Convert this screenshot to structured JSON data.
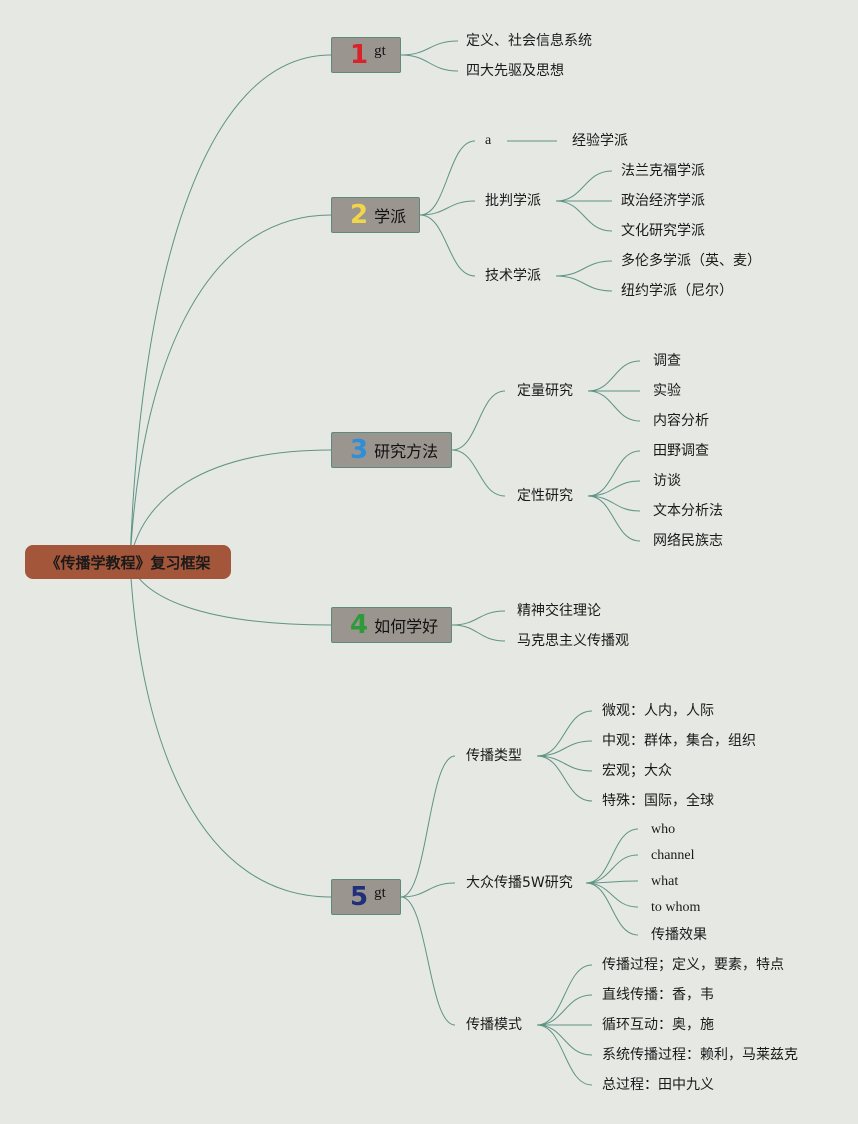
{
  "root": {
    "label": "《传播学教程》复习框架"
  },
  "branches": [
    {
      "num": "1",
      "num_color": "#d8232a",
      "label": "gt",
      "children": [
        "定义、社会信息系统",
        "四大先驱及思想"
      ]
    },
    {
      "num": "2",
      "num_color": "#f1d54a",
      "label": "学派",
      "children": [
        {
          "label": "a",
          "children": [
            "经验学派"
          ]
        },
        {
          "label": "批判学派",
          "children": [
            "法兰克福学派",
            "政治经济学派",
            "文化研究学派"
          ]
        },
        {
          "label": "技术学派",
          "children": [
            "多伦多学派（英、麦）",
            "纽约学派（尼尔）"
          ]
        }
      ]
    },
    {
      "num": "3",
      "num_color": "#2e8fd6",
      "label": "研究方法",
      "children": [
        {
          "label": "定量研究",
          "children": [
            "调查",
            "实验",
            "内容分析"
          ]
        },
        {
          "label": "定性研究",
          "children": [
            "田野调查",
            "访谈",
            "文本分析法",
            "网络民族志"
          ]
        }
      ]
    },
    {
      "num": "4",
      "num_color": "#2e9a3a",
      "label": "如何学好",
      "children": [
        "精神交往理论",
        "马克思主义传播观"
      ]
    },
    {
      "num": "5",
      "num_color": "#1f2f7a",
      "label": "gt",
      "children": [
        {
          "label": "传播类型",
          "children": [
            "微观：人内，人际",
            "中观：群体，集合，组织",
            "宏观；大众",
            "特殊：国际，全球"
          ]
        },
        {
          "label": "大众传播5W研究",
          "children": [
            "who",
            "channel",
            "what",
            "to whom",
            "传播效果"
          ]
        },
        {
          "label": "传播模式",
          "children": [
            "传播过程；定义，要素，特点",
            "直线传播：香，韦",
            "循环互动：奥，施",
            "系统传播过程：赖利，马莱兹克",
            "总过程：田中九义"
          ]
        }
      ]
    }
  ],
  "colors": {
    "line": "#5e9484",
    "root_bg": "#a4563a",
    "node_bg": "#9b958f",
    "background": "#e6e8e4"
  }
}
